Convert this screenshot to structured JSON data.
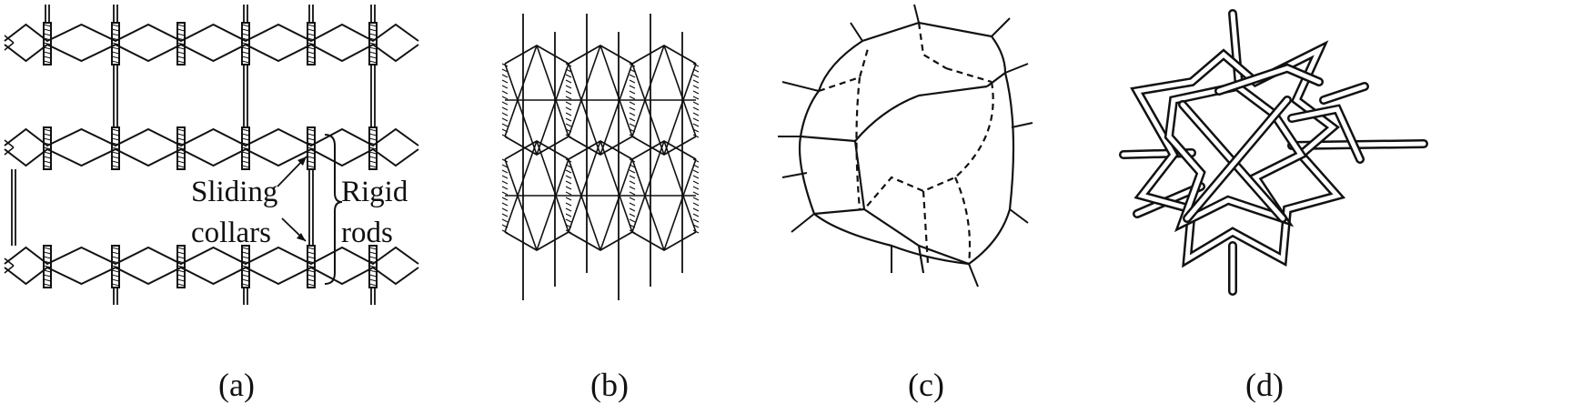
{
  "panels": [
    {
      "id": "a",
      "caption": "(a)"
    },
    {
      "id": "b",
      "caption": "(b)"
    },
    {
      "id": "c",
      "caption": "(c)"
    },
    {
      "id": "d",
      "caption": "(d)"
    }
  ],
  "panel_a": {
    "label_sliding_line1": "Sliding",
    "label_sliding_line2": "collars",
    "label_rigid_line1": "Rigid",
    "label_rigid_line2": "rods"
  },
  "colors": {
    "ink": "#111111",
    "paper": "#ffffff"
  }
}
